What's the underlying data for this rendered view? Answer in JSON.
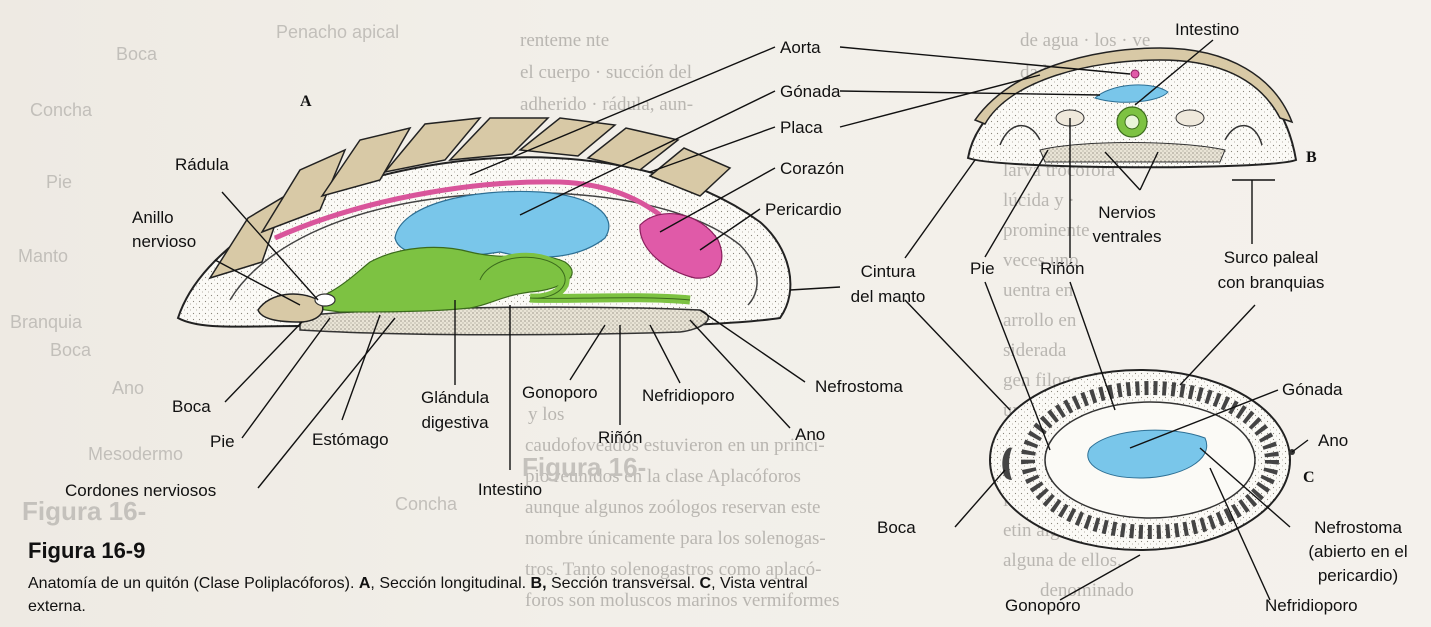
{
  "figure": {
    "number": "Figura 16-9",
    "caption_intro": "Anatomía de un quitón (Clase Poliplacóforos).",
    "caption_A_letter": "A",
    "caption_A_text": ", Sección longitudinal.",
    "caption_B_letter": "B,",
    "caption_B_text": " Sección transversal.",
    "caption_C_letter": "C",
    "caption_C_text": ", Vista ventral externa."
  },
  "panels": {
    "a": "A",
    "b": "B",
    "c": "C"
  },
  "labels_A": {
    "aorta": "Aorta",
    "gonada": "Gónada",
    "placa": "Placa",
    "corazon": "Corazón",
    "pericardio": "Pericardio",
    "radula": "Rádula",
    "anillo_1": "Anillo",
    "anillo_2": "nervioso",
    "cintura_1": "Cintura",
    "cintura_2": "del manto",
    "boca": "Boca",
    "pie": "Pie",
    "estomago": "Estómago",
    "cordones": "Cordones nerviosos",
    "glandula_1": "Glándula",
    "glandula_2": "digestiva",
    "intestino": "Intestino",
    "gonoporo": "Gonoporo",
    "rinon": "Riñón",
    "nefridioporo": "Nefridioporo",
    "nefrostoma": "Nefrostoma",
    "ano": "Ano"
  },
  "labels_B": {
    "intestino": "Intestino",
    "nervios_1": "Nervios",
    "nervios_2": "ventrales",
    "pie": "Pie",
    "rinon": "Riñón",
    "surco_1": "Surco paleal",
    "surco_2": "con branquias"
  },
  "labels_C": {
    "gonada": "Gónada",
    "ano": "Ano",
    "boca": "Boca",
    "nefrostoma_1": "Nefrostoma",
    "nefrostoma_2": "(abierto en el",
    "nefrostoma_3": "pericardio)",
    "gonoporo": "Gonoporo",
    "nefridioporo": "Nefridioporo"
  },
  "colors": {
    "gut_green": "#7dc242",
    "gonad_blue": "#79c6ea",
    "heart_pink": "#e05aa8",
    "aorta_pink": "#d9559b",
    "shell_tan": "#d8c9a6",
    "ink": "#111111"
  }
}
